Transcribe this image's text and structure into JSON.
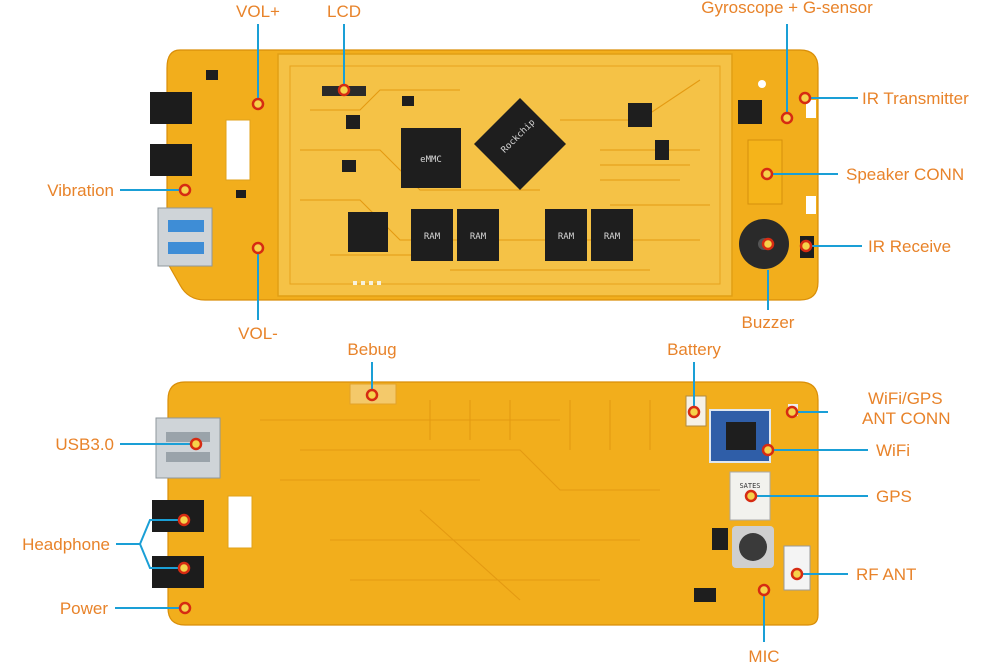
{
  "top_board": {
    "chip_labels": {
      "emmc": "eMMC",
      "ram": "RAM",
      "soc": "Rockchip"
    },
    "callouts": {
      "vol_plus": "VOL+",
      "lcd": "LCD",
      "gyroscope": "Gyroscope + G-sensor",
      "ir_transmitter": "IR Transmitter",
      "vibration": "Vibration",
      "speaker_conn": "Speaker CONN",
      "ir_receive": "IR Receive",
      "vol_minus": "VOL-",
      "buzzer": "Buzzer"
    }
  },
  "bottom_board": {
    "chip_labels": {
      "gps": "SATES"
    },
    "callouts": {
      "debug": "Bebug",
      "battery": "Battery",
      "wifi_gps_ant_line1": "WiFi/GPS",
      "wifi_gps_ant_line2": "ANT CONN",
      "usb": "USB3.0",
      "wifi": "WiFi",
      "gps": "GPS",
      "headphone": "Headphone",
      "rf_ant": "RF ANT",
      "power": "Power",
      "mic": "MIC"
    }
  },
  "colors": {
    "board": "#f2ae1c",
    "label": "#e8832a",
    "leader": "#1a9fd6",
    "marker": "#d62b12"
  }
}
